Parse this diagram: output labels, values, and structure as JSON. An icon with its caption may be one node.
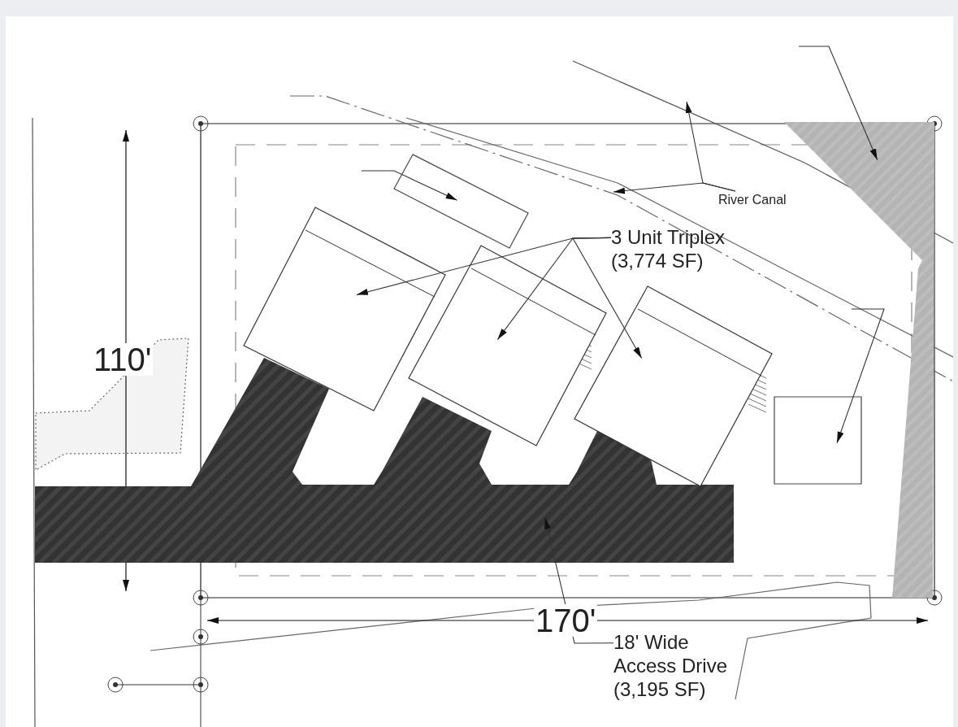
{
  "diagram": {
    "nodes": [
      {
        "text": [],
        "shape": "box"
      },
      {
        "text": [
          "River Canal"
        ]
      },
      {
        "text": [],
        "shape": "box"
      },
      {
        "text": [
          "3 Unit Triplex (3,774 SF)"
        ]
      },
      {
        "text": [],
        "shape": "box"
      },
      {
        "text": [],
        "shape": "box"
      },
      {
        "text": [],
        "shape": "box"
      },
      {
        "text": [],
        "shape": "box"
      },
      {
        "text": [],
        "shape": "box"
      },
      {
        "text": [
          "18' Wide Access Drive (3,195 SF)"
        ]
      }
    ],
    "edges": [
      {
        "from": null,
        "to": 0,
        "arrow": "to"
      },
      {
        "from": 1,
        "to": null,
        "arrow": "to"
      },
      {
        "from": 1,
        "to": null,
        "arrow": "to"
      },
      {
        "from": null,
        "to": 2,
        "arrow": "to"
      },
      {
        "from": 3,
        "to": 4,
        "arrow": "to"
      },
      {
        "from": 3,
        "to": 5,
        "arrow": "to"
      },
      {
        "from": 3,
        "to": 6,
        "arrow": "to"
      },
      {
        "from": null,
        "to": 7,
        "arrow": "to"
      },
      {
        "from": 9,
        "to": 8,
        "arrow": "to"
      }
    ],
    "labels": [
      "110'",
      "170'"
    ]
  }
}
